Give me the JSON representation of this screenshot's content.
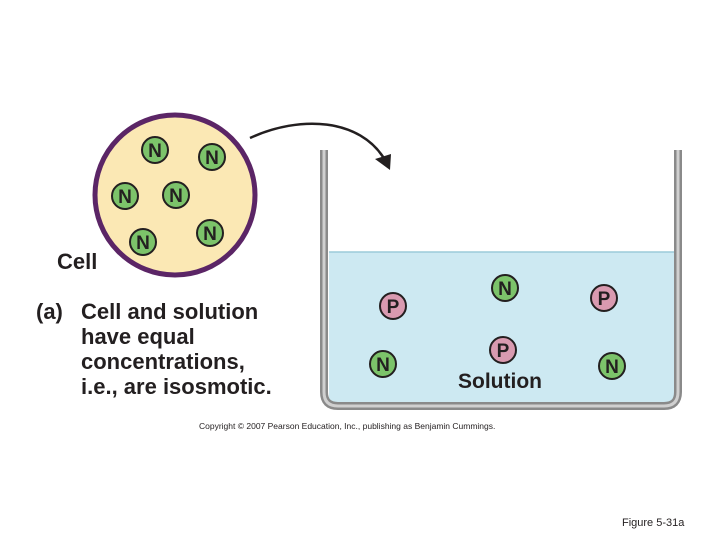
{
  "cell": {
    "label": "Cell",
    "fill": "#fbe8b4",
    "border": "#5b2566",
    "particles": [
      "N",
      "N",
      "N",
      "N",
      "N",
      "N"
    ]
  },
  "solution": {
    "label": "Solution",
    "fill": "#cde9f2",
    "particles": [
      "P",
      "N",
      "P",
      "N",
      "P",
      "N"
    ]
  },
  "particle_colors": {
    "N_fill": "#7cc36a",
    "P_fill": "#d99ab0",
    "outline": "#231f20"
  },
  "caption": {
    "part": "(a)",
    "lines": [
      "Cell and solution",
      "have equal",
      "concentrations,",
      "i.e., are isosmotic."
    ]
  },
  "copyright": "Copyright © 2007 Pearson Education, Inc., publishing as Benjamin Cummings.",
  "figure": "Figure 5-31a"
}
